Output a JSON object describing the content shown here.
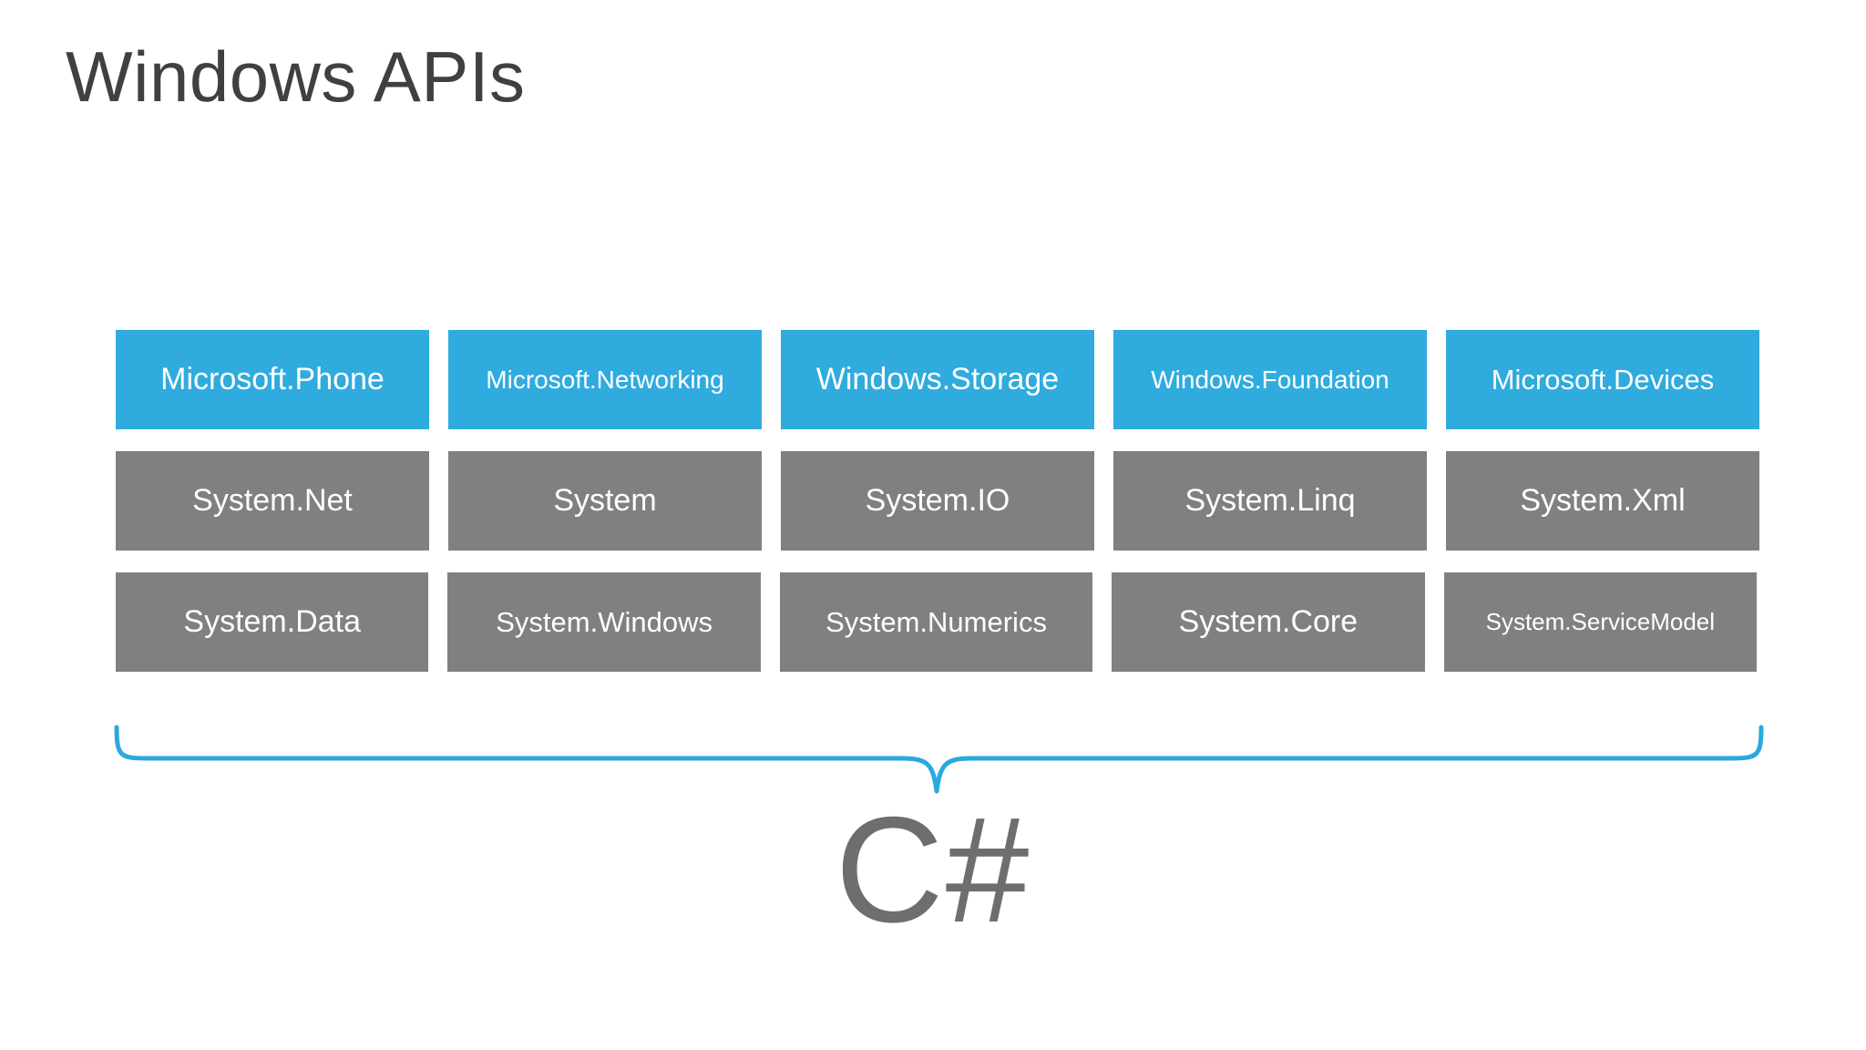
{
  "page": {
    "title": "Windows APIs",
    "background_color": "#ffffff",
    "title_color": "#404040"
  },
  "colors": {
    "accent_blue": "#2FABDE",
    "box_gray": "#808080",
    "brace_blue": "#29A9E0",
    "text_white": "#ffffff",
    "csharp_gray": "#6e6e6e"
  },
  "api_grid": {
    "rows": [
      {
        "kind": "winrt",
        "color": "#2FABDE",
        "cells": [
          {
            "label": "Microsoft.Phone",
            "size": "fs-lg"
          },
          {
            "label": "Microsoft.Networking",
            "size": "fs-sm"
          },
          {
            "label": "Windows.Storage",
            "size": "fs-lg"
          },
          {
            "label": "Windows.Foundation",
            "size": "fs-sm"
          },
          {
            "label": "Microsoft.Devices",
            "size": "fs-md"
          }
        ]
      },
      {
        "kind": "bcl",
        "color": "#808080",
        "cells": [
          {
            "label": "System.Net",
            "size": "fs-lg"
          },
          {
            "label": "System",
            "size": "fs-lg"
          },
          {
            "label": "System.IO",
            "size": "fs-lg"
          },
          {
            "label": "System.Linq",
            "size": "fs-lg"
          },
          {
            "label": "System.Xml",
            "size": "fs-lg"
          }
        ]
      },
      {
        "kind": "bcl",
        "color": "#808080",
        "cells": [
          {
            "label": "System.Data",
            "size": "fs-lg"
          },
          {
            "label": "System.Windows",
            "size": "fs-md"
          },
          {
            "label": "System.Numerics",
            "size": "fs-md"
          },
          {
            "label": "System.Core",
            "size": "fs-lg"
          },
          {
            "label": "System.ServiceModel",
            "size": "fs-xs"
          }
        ]
      }
    ]
  },
  "brace": {
    "name": "curly-brace",
    "direction": "down",
    "color": "#29A9E0"
  },
  "language": {
    "label": "C#"
  }
}
